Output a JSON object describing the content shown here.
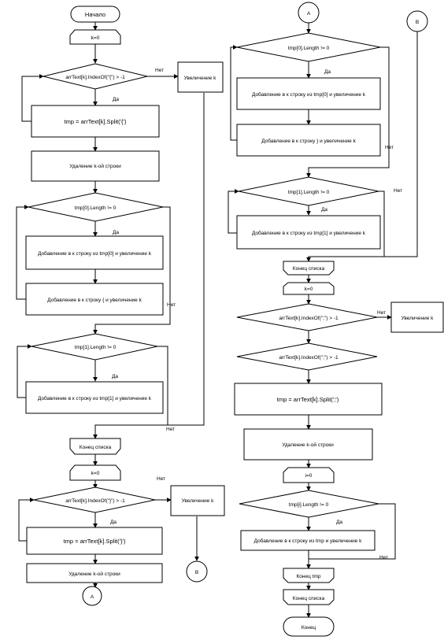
{
  "left": {
    "start": "Начало",
    "k0_a": "k=0",
    "cond1": "arrText[k].IndexOf(\"{\") > -1",
    "yes1": "Да",
    "no1": "Нет",
    "inc1": "Увеличение k",
    "split1": "tmp = arrText[k].Split('{')",
    "delete1": "Удаление k-ой строки",
    "cond2": "tmp[0].Length != 0",
    "yes2": "Да",
    "add2": "Добавление в к строку из tmp[0] и увеличение k",
    "add3": "Добавление в к строку { и увеличение k",
    "no2": "Нет",
    "cond3": "tmp[1].Length != 0",
    "yes3": "Да",
    "add4": "Добавление в к строку из tmp[1] и увеличение k",
    "no3": "Нет",
    "end_list1": "Конец списка",
    "k0_b": "k=0",
    "no4": "Нет",
    "cond4": "arrText[k].IndexOf(\"}\") > -1",
    "inc4": "Увеличение k",
    "yes4": "Да",
    "split4": "tmp = arrText[k].Split('}')",
    "delete4": "Удаление k-ой строки",
    "conn_a": "A",
    "conn_b": "B"
  },
  "right": {
    "conn_a": "A",
    "conn_b": "B",
    "cond5": "tmp[0].Length != 0",
    "yes5": "Да",
    "add5": "Добавление в к строку из tmp[0] и увеличение k",
    "add6": "Добавление в к строку } и увеличение k",
    "no5": "Нет",
    "cond6": "tmp[1].Length != 0",
    "yes6": "Да",
    "no6": "Нет",
    "add7": "Добавление в к строку из tmp[1] и увеличение k",
    "end_list2": "Конец списка",
    "k0_c": "k=0",
    "cond7": "arrText[k].IndexOf(\";\") > -1",
    "no7": "Нет",
    "inc7": "Увеличение k",
    "cond8": "arrText[k].IndexOf(\";\") > -1",
    "split8": "tmp = arrText[k].Split(';')",
    "delete8": "Удаление k-ой строки",
    "i0": "i=0",
    "cond9": "tmp[i].Length != 0",
    "yes9": "Да",
    "add9": "Добавление в к строку из tmp и увеличение k",
    "no9": "Нет",
    "end_tmp": "Конец tmp",
    "end_list3": "Конец списка",
    "end": "Конец"
  }
}
